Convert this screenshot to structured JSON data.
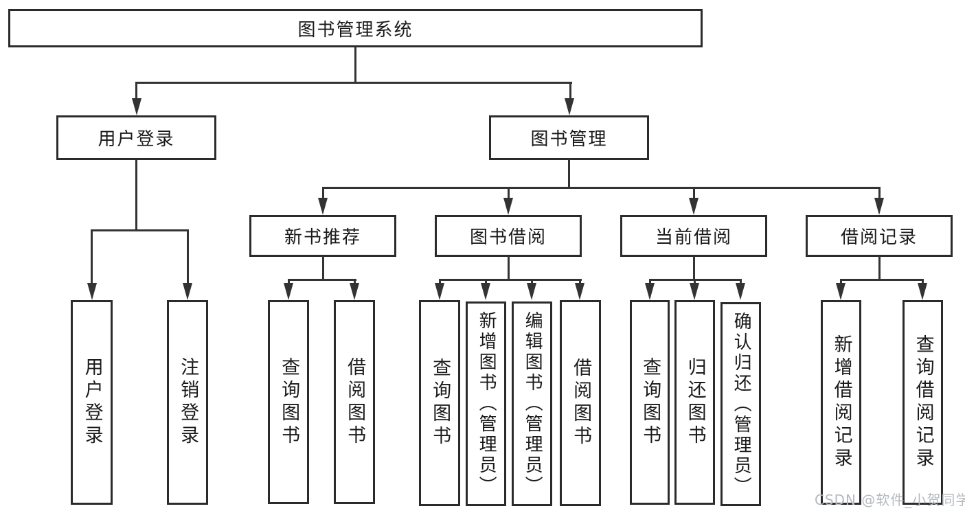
{
  "colors": {
    "box_border": "#2b2b2b",
    "connector": "#333333",
    "text": "#1a1a1a",
    "watermark_text": "#b5b9bf",
    "background": "#ffffff"
  },
  "tree": {
    "root": "图书管理系统",
    "branches": [
      {
        "label": "用户登录",
        "children": [
          "用户登录",
          "注销登录"
        ]
      },
      {
        "label": "图书管理",
        "groups": [
          {
            "label": "新书推荐",
            "children": [
              "查询图书",
              "借阅图书"
            ]
          },
          {
            "label": "图书借阅",
            "children": [
              "查询图书",
              "新增图书（管理员）",
              "编辑图书（管理员）",
              "借阅图书"
            ]
          },
          {
            "label": "当前借阅",
            "children": [
              "查询图书",
              "归还图书",
              "确认归还（管理员）"
            ]
          },
          {
            "label": "借阅记录",
            "children": [
              "新增借阅记录",
              "查询借阅记录"
            ]
          }
        ]
      }
    ]
  },
  "watermark": {
    "text": "CSDN @软件_小贺同学"
  }
}
